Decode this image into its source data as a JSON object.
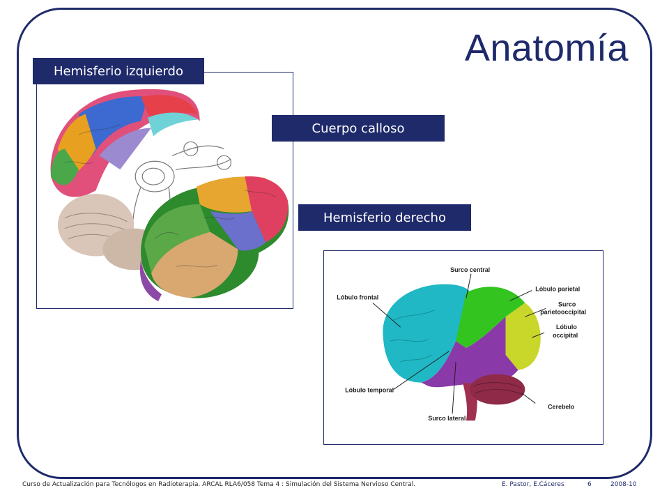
{
  "slide": {
    "title": "Anatomía",
    "labels": {
      "left_hemisphere": "Hemisferio izquierdo",
      "corpus_callosum": "Cuerpo calloso",
      "right_hemisphere": "Hemisferio derecho"
    }
  },
  "diagram": {
    "labels": {
      "surco_central": "Surco central",
      "lobulo_parietal": "Lóbulo parietal",
      "surco_parieto_1": "Surco",
      "surco_parieto_2": "parietooccipital",
      "lobulo_occipital_1": "Lóbulo",
      "lobulo_occipital_2": "occipital",
      "lobulo_frontal": "Lóbulo frontal",
      "lobulo_temporal": "Lóbulo temporal",
      "cerebelo": "Cerebelo",
      "surco_lateral": "Surco lateral"
    }
  },
  "footer": {
    "course": "Curso de Actualización para Tecnólogos en Radioterapia.  ARCAL RLA6/058  Tema 4 : Simulación del Sistema Nervioso Central.",
    "authors": "E. Pastor,  E.Cáceres",
    "page": "6",
    "year": "2008-10"
  },
  "colors": {
    "accent": "#1f2a6b",
    "frontal": "#1fb8c4",
    "parietal": "#33c41f",
    "occipital": "#c9d62a",
    "temporal": "#8a3aa8",
    "cerebelo": "#8f2a48"
  }
}
